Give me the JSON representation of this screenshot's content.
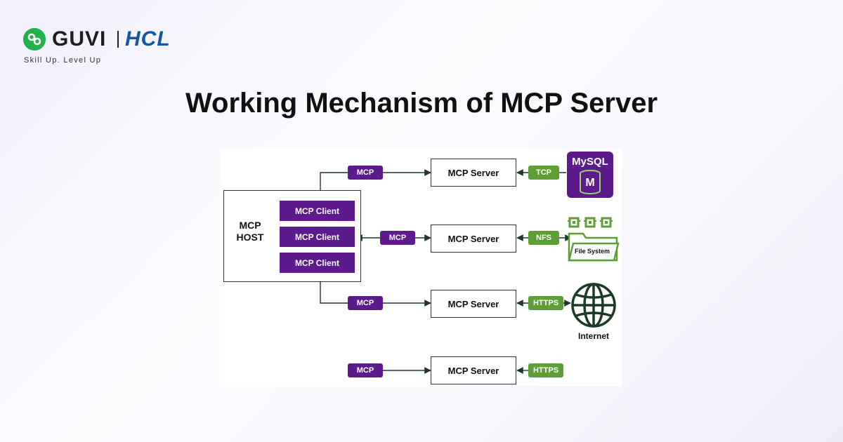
{
  "brand": {
    "guvi": "GUVI",
    "hcl": "HCL",
    "tagline": "Skill Up. Level Up"
  },
  "title": "Working Mechanism of MCP Server",
  "diagram": {
    "host_label": "MCP\nHOST",
    "clients": [
      "MCP Client",
      "MCP Client",
      "MCP Client"
    ],
    "rows": [
      {
        "mcp_tag": "MCP",
        "server": "MCP Server",
        "protocol": "TCP",
        "resource": "MySQL",
        "resource_icon": "mysql-icon",
        "resource_sub": "M"
      },
      {
        "mcp_tag": "MCP",
        "server": "MCP Server",
        "protocol": "NFS",
        "resource": "File System",
        "resource_icon": "folder-icon"
      },
      {
        "mcp_tag": "MCP",
        "server": "MCP Server",
        "protocol": "HTTPS",
        "resource": "Internet",
        "resource_icon": "globe-icon"
      },
      {
        "mcp_tag": "MCP",
        "server": "MCP Server",
        "protocol": "HTTPS"
      }
    ]
  },
  "colors": {
    "purple": "#5c1a8c",
    "green": "#5d9e37",
    "dark_green": "#1d3a24",
    "brand_green": "#22b14c",
    "hcl_blue": "#1256a6"
  }
}
